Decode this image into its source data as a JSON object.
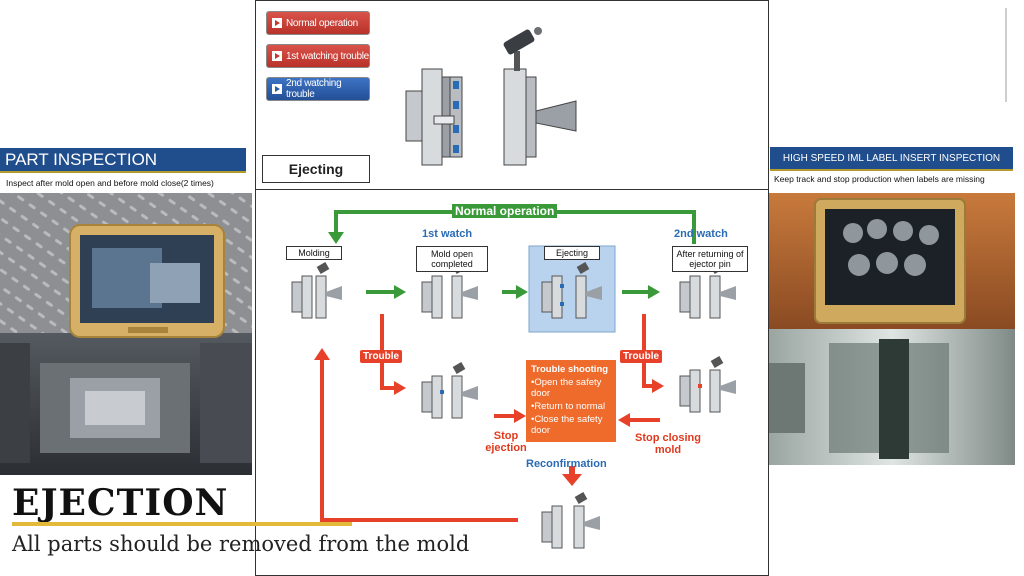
{
  "legend": {
    "normal": "Normal operation",
    "first": "1st watching trouble",
    "second": "2nd watching trouble"
  },
  "top_stage": "Ejecting",
  "flow": {
    "normal_operation": "Normal operation",
    "first_watch": "1st watch",
    "second_watch": "2nd watch",
    "stages": {
      "molding": "Molding",
      "mold_open": "Mold open completed",
      "ejecting": "Ejecting",
      "after_return": "After returning of ejector pin"
    },
    "trouble_left": "Trouble",
    "trouble_right": "Trouble",
    "trouble_box": {
      "title": "Trouble shooting",
      "items": [
        "•Open the safety door",
        "•Return to normal",
        "•Close the safety door"
      ]
    },
    "stop_ejection": "Stop ejection",
    "stop_closing": "Stop closing mold",
    "reconfirmation": "Reconfirmation"
  },
  "left": {
    "title": "PART INSPECTION",
    "subtitle": "Inspect after mold open and before mold close(2 times)"
  },
  "right": {
    "title": "HIGH SPEED IML LABEL INSERT INSPECTION",
    "subtitle": "Keep track and stop production when labels are missing"
  },
  "caption": {
    "title": "EJECTION",
    "text": "All parts should be removed from the mold"
  },
  "colors": {
    "green": "#3a9a3a",
    "red": "#e8412a",
    "blue_header": "#204e8c",
    "accent_yellow": "#e2b93b"
  }
}
